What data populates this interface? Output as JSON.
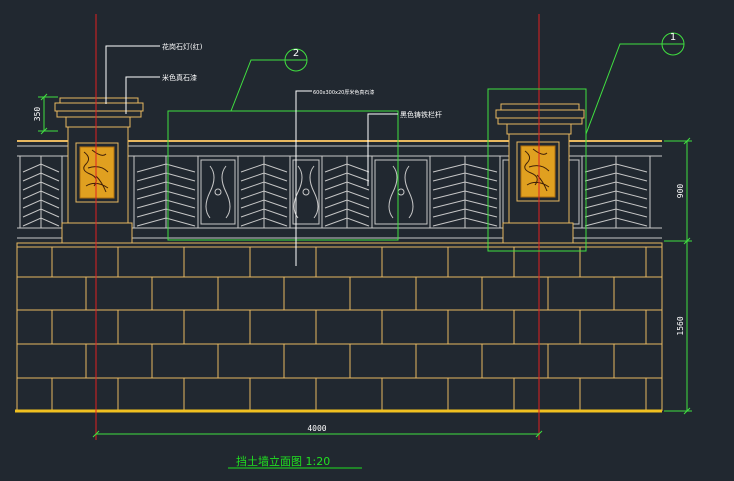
{
  "drawing": {
    "title": "挡土墙立面图 1:20",
    "callouts": {
      "cap": "花岗石灯(红)",
      "post": "米色真石漆",
      "railing_spec": "600x300x20厚米色真石漆",
      "railing_paint": "黑色铸铁栏杆"
    },
    "section_markers": [
      {
        "id": "m2",
        "label": "2"
      },
      {
        "id": "m1",
        "label": "1"
      }
    ],
    "dimensions": {
      "width": "4000",
      "cap_height": "350",
      "railing_height": "900",
      "wall_height": "1560"
    },
    "colors": {
      "background": "#212830",
      "wall_lines": "#e8b860",
      "railing": "#c8c8c8",
      "leader_lines": "#ffffff",
      "dimension": "#40e040",
      "axis": "#e02020",
      "title": "#20e020",
      "ground": "#f0c020"
    }
  }
}
